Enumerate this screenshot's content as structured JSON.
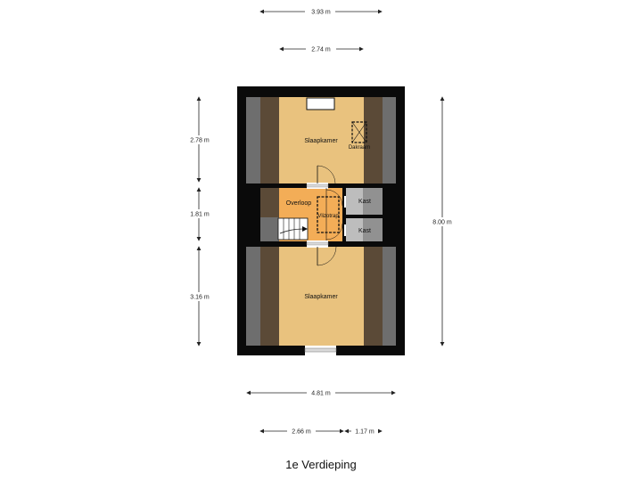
{
  "floor_title": "1e Verdieping",
  "rooms": {
    "bedroom_top": "Slaapkamer",
    "bedroom_bottom": "Slaapkamer",
    "landing": "Overloop",
    "closet_1": "Kast",
    "closet_2": "Kast",
    "attic_stair": "Vlizotrap",
    "roof_window": "Dakraam"
  },
  "dimensions": {
    "top_total": "3.93 m",
    "top_inner": "2.74 m",
    "left_upper": "2.78 m",
    "left_middle": "1.81 m",
    "left_lower": "3.16 m",
    "right_total": "8.00 m",
    "bottom_total": "4.81 m",
    "bottom_left": "2.66 m",
    "bottom_right": "1.17 m"
  },
  "colors": {
    "wall": "#0a0a0a",
    "room_fill": "#e9c27e",
    "landing_fill": "#f3ad57",
    "slope_dark": "#5b4a37",
    "slope_grey": "#6e6e6e",
    "closet_fill": "#bdbdbd",
    "window_fill": "#d9d9d9"
  }
}
